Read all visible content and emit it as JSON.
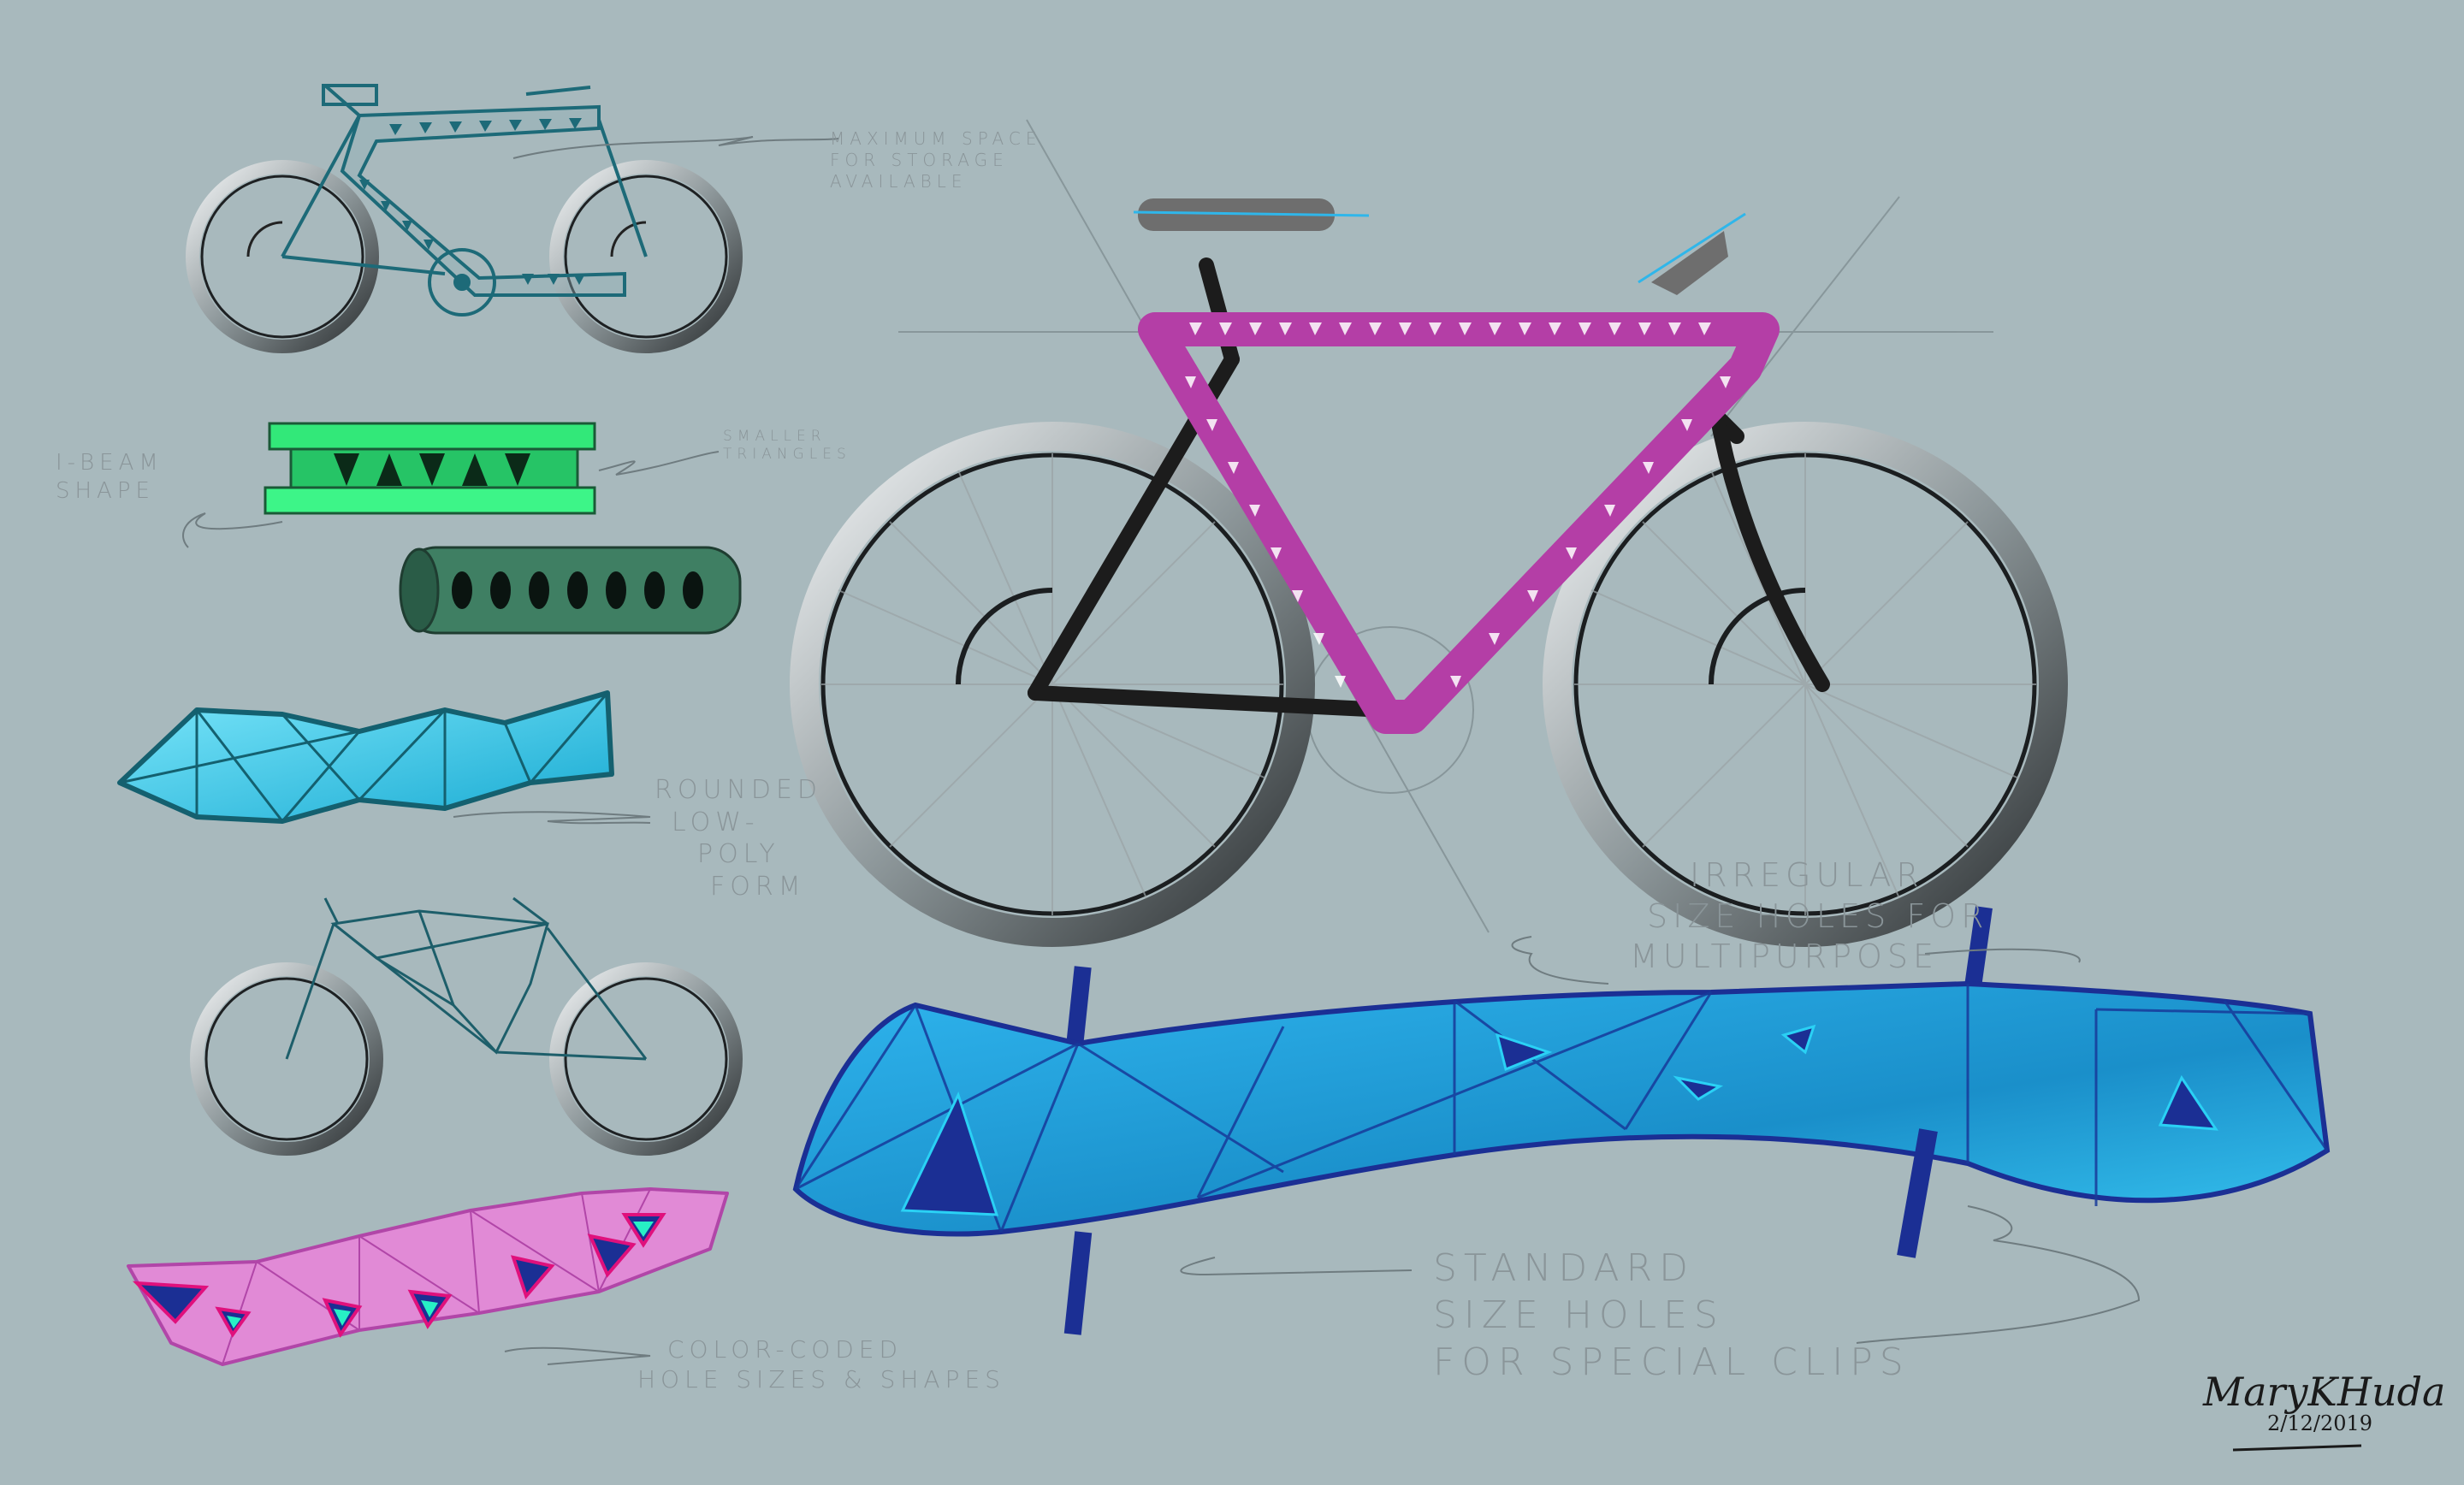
{
  "annotations": {
    "storage": [
      "Maximum space",
      "for storage",
      "available"
    ],
    "ibeam": [
      "I-beam",
      "shape"
    ],
    "triangles": [
      "smaller",
      "triangles"
    ],
    "lowpoly": [
      "Rounded",
      "Low-",
      "Poly",
      "Form"
    ],
    "irregular": [
      "Irregular",
      "size holes for",
      "Multipurpose"
    ],
    "color_coded": [
      "Color-coded",
      "hole sizes & shapes"
    ],
    "standard": [
      "Standard",
      "size holes",
      "for special clips"
    ]
  },
  "signature": {
    "name": "MaryKHuda",
    "date": "2/12/2019"
  },
  "colors": {
    "background": "#a8b9bd",
    "frame_magenta": "#b43ea6",
    "frame_black": "#1c1c1c",
    "teal": "#1d6a78",
    "ibeam_green": "#35f07e",
    "tube_green": "#3f7f63",
    "lowpoly_cyan": "#3ad0ee",
    "pink": "#e085d8",
    "blue_beam": "#1fa6e0",
    "navy": "#1b2f94"
  }
}
